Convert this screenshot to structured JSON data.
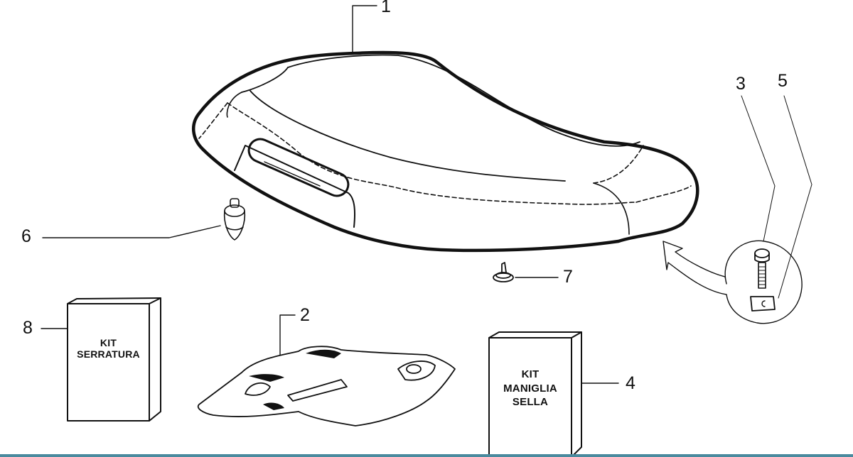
{
  "diagram": {
    "type": "exploded parts diagram",
    "subject": "scooter seat assembly",
    "callouts": [
      {
        "id": "1",
        "label": "1",
        "part": "seat"
      },
      {
        "id": "2",
        "label": "2",
        "part": "tool kit pouch"
      },
      {
        "id": "3",
        "label": "3",
        "part": "screw"
      },
      {
        "id": "4",
        "label": "4",
        "part": "seat handle kit"
      },
      {
        "id": "5",
        "label": "5",
        "part": "nut plate"
      },
      {
        "id": "6",
        "label": "6",
        "part": "rubber buffer"
      },
      {
        "id": "7",
        "label": "7",
        "part": "push clip"
      },
      {
        "id": "8",
        "label": "8",
        "part": "lock kit"
      }
    ],
    "kits": {
      "serratura": {
        "lines": [
          "KIT",
          "SERRATURA"
        ]
      },
      "maniglia": {
        "lines": [
          "KIT",
          "MANIGLIA",
          "SELLA"
        ]
      }
    }
  },
  "colors": {
    "line": "#111111",
    "background": "#ffffff",
    "bottom_bar": "#4a8a9e"
  }
}
